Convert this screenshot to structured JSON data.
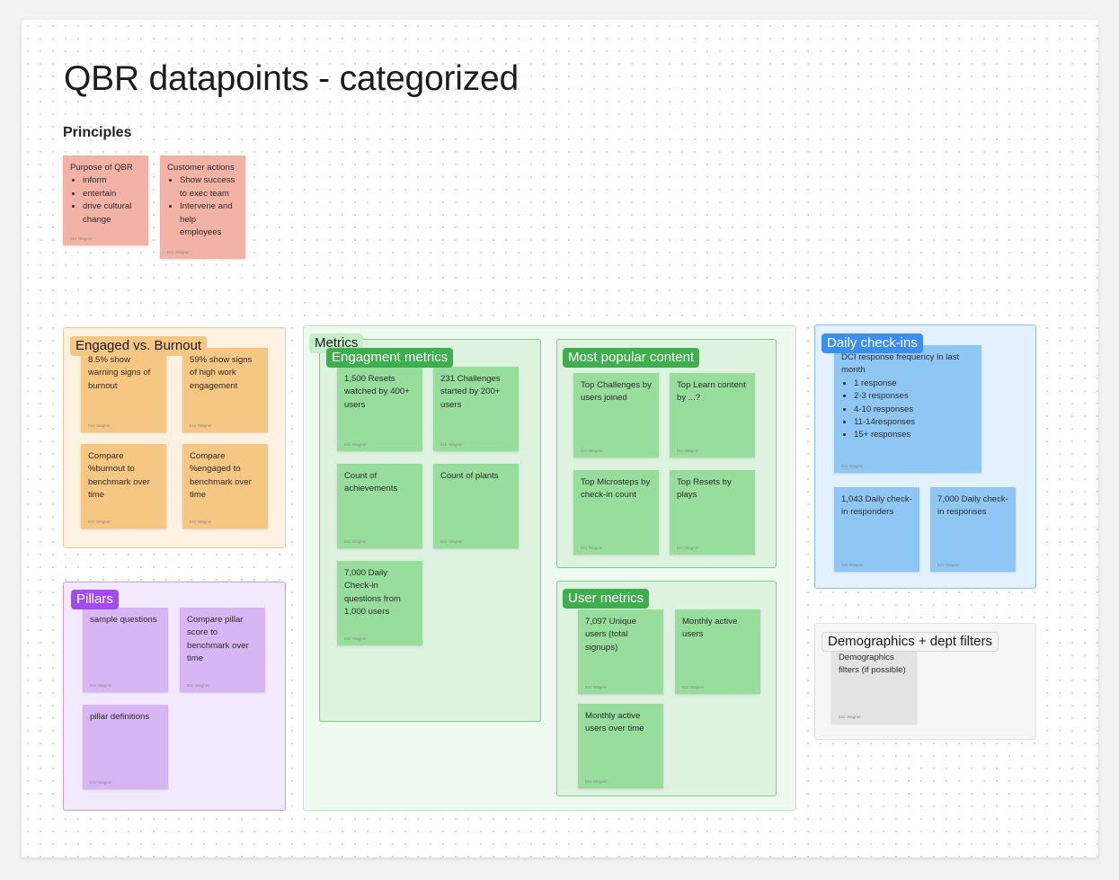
{
  "board": {
    "title": "QBR datapoints - categorized",
    "principles_heading": "Principles"
  },
  "colors": {
    "salmon_note": "#f2b3a6",
    "orange_note": "#f6c683",
    "green_note": "#97dd9c",
    "blue_note": "#8fc7f4",
    "purple_note": "#d8b6f4",
    "gray_note": "#e3e3e3",
    "orange_label": "#f6c683",
    "green_label": "#3fae4e",
    "blue_label": "#3d8ef2",
    "purple_label": "#a24cf0"
  },
  "principles": {
    "note1": {
      "title": "Purpose of QBR",
      "items": [
        "inform",
        "entertain",
        "drive cultural change"
      ],
      "author": "Eric Wagner"
    },
    "note2": {
      "title": "Customer actions",
      "items": [
        "Show success to exec team",
        "Intervene and help employees"
      ],
      "author": "Eric Wagner"
    }
  },
  "engaged": {
    "label": "Engaged vs. Burnout",
    "notes": [
      {
        "text": "8.5% show warning signs of burnout",
        "author": "Eric Wagner"
      },
      {
        "text": "59% show signs of high work engagement",
        "author": "Eric Wagner"
      },
      {
        "text": "Compare %burnout to benchmark over time",
        "author": "Eric Wagner"
      },
      {
        "text": "Compare %engaged to benchmark over time",
        "author": "Eric Wagner"
      }
    ]
  },
  "pillars": {
    "label": "Pillars",
    "notes": [
      {
        "text": "sample questions",
        "author": "Eric Wagner"
      },
      {
        "text": "Compare pillar score to benchmark over time",
        "author": "Eric Wagner"
      },
      {
        "text": "pillar definitions",
        "author": "Eric Wagner"
      }
    ]
  },
  "metrics": {
    "label": "Metrics",
    "engagement": {
      "label": "Engagment metrics",
      "notes": [
        {
          "text": "1,500 Resets watched by 400+ users",
          "author": "Eric Wagner"
        },
        {
          "text": "231 Challenges started by 200+ users",
          "author": "Eric Wagner"
        },
        {
          "text": "Count of achievements",
          "author": "Eric Wagner"
        },
        {
          "text": "Count of plants",
          "author": "Eric Wagner"
        },
        {
          "text": "7,000 Daily Check-in questions from 1,000 users",
          "author": "Eric Wagner"
        }
      ]
    },
    "popular": {
      "label": "Most popular content",
      "notes": [
        {
          "text": "Top Challenges by users joined",
          "author": "Eric Wagner"
        },
        {
          "text": "Top Learn content by ...?",
          "author": "Eric Wagner"
        },
        {
          "text": "Top Microsteps by check-in count",
          "author": "Eric Wagner"
        },
        {
          "text": "Top Resets by plays",
          "author": "Eric Wagner"
        }
      ]
    },
    "users": {
      "label": "User metrics",
      "notes": [
        {
          "text": "7,097 Unique users (total signups)",
          "author": "Eric Wagner"
        },
        {
          "text": "Monthly active users",
          "author": "Eric Wagner"
        },
        {
          "text": "Monthly active users over time",
          "author": "Eric Wagner"
        }
      ]
    }
  },
  "checkins": {
    "label": "Daily check-ins",
    "frequency": {
      "title": "DCI response frequency in last month",
      "items": [
        "1 response",
        "2-3 responses",
        "4-10 responses",
        "11-14responses",
        "15+ responses"
      ],
      "author": "Eric Wagner"
    },
    "notes": [
      {
        "text": "1,043 Daily check-in responders",
        "author": "Eric Wagner"
      },
      {
        "text": "7,000 Daily check-in responses",
        "author": "Eric Wagner"
      }
    ]
  },
  "demographics": {
    "label": "Demographics + dept filters",
    "note": {
      "text": "Demographics filters (if possible)",
      "author": "Eric Wagner"
    }
  }
}
